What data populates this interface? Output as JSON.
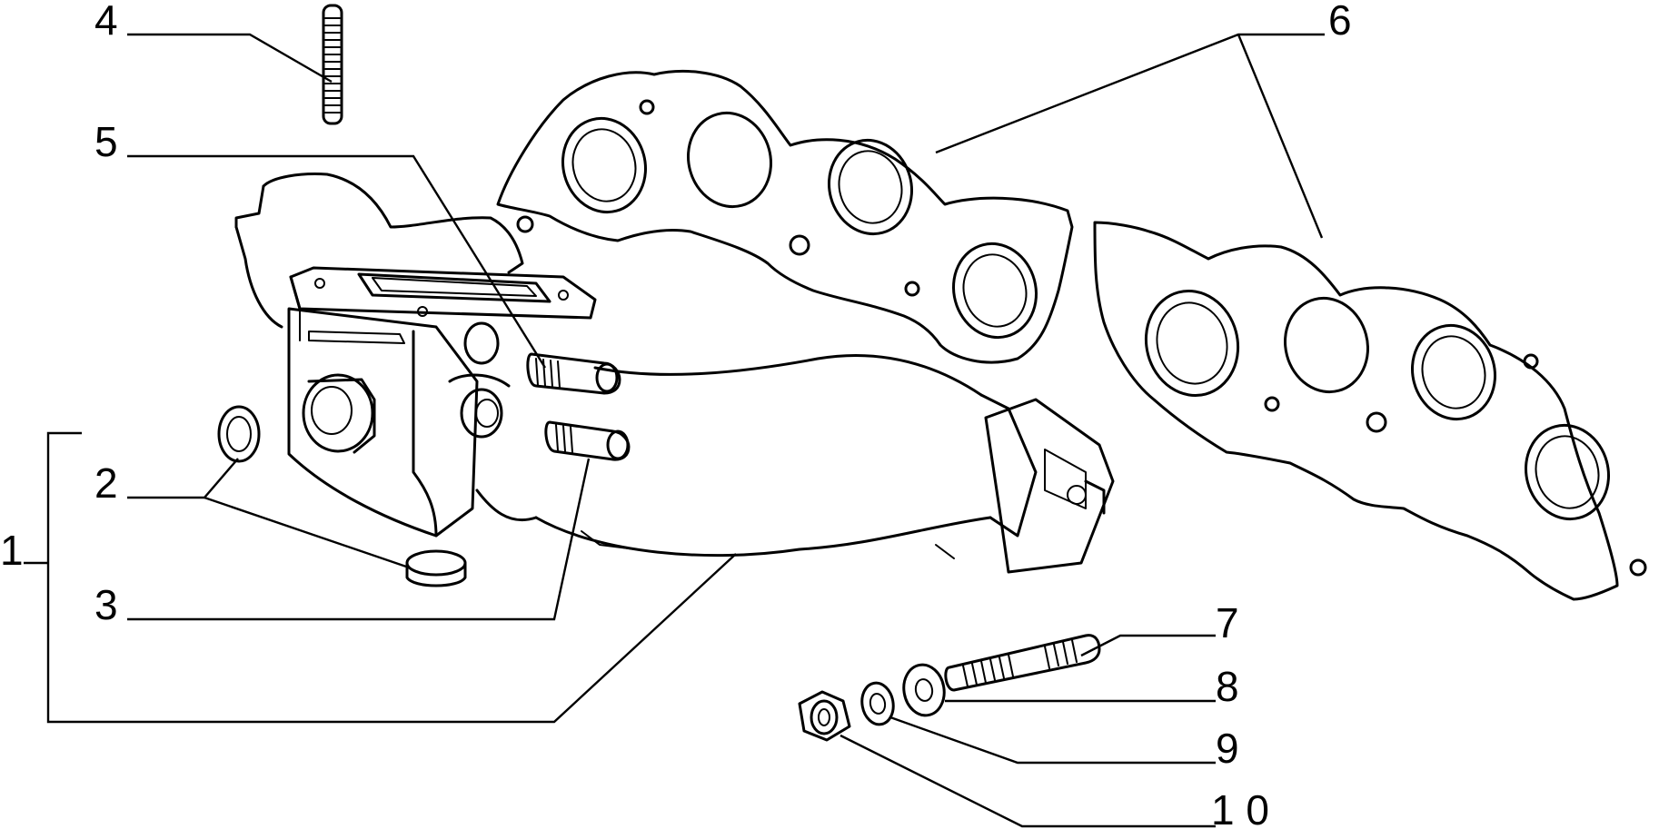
{
  "diagram": {
    "callouts": [
      {
        "id": "c1",
        "label": "1"
      },
      {
        "id": "c2",
        "label": "2"
      },
      {
        "id": "c3",
        "label": "3"
      },
      {
        "id": "c4",
        "label": "4"
      },
      {
        "id": "c5",
        "label": "5"
      },
      {
        "id": "c6",
        "label": "6"
      },
      {
        "id": "c7",
        "label": "7"
      },
      {
        "id": "c8",
        "label": "8"
      },
      {
        "id": "c9",
        "label": "9"
      },
      {
        "id": "c10",
        "label": "1 0"
      }
    ],
    "ink_color": "#000000",
    "background": "#ffffff"
  }
}
